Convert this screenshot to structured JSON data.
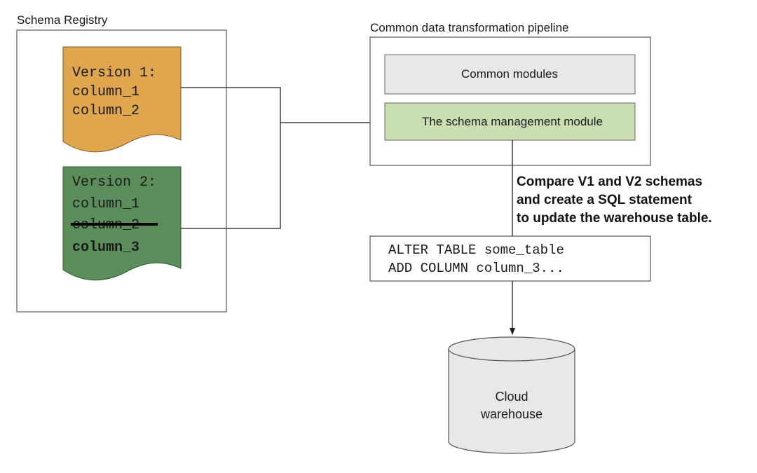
{
  "schema_registry": {
    "title": "Schema Registry",
    "documents": [
      {
        "color": "#e0a64e",
        "lines": [
          {
            "text": "Version 1:",
            "style": "normal"
          },
          {
            "text": "column_1",
            "style": "normal"
          },
          {
            "text": "column_2",
            "style": "normal"
          }
        ]
      },
      {
        "color": "#5b8e5a",
        "lines": [
          {
            "text": "Version 2:",
            "style": "normal"
          },
          {
            "text": "column_1",
            "style": "normal"
          },
          {
            "text": "column_2",
            "style": "strikethrough"
          },
          {
            "text": "column_3",
            "style": "bold"
          }
        ]
      }
    ]
  },
  "pipeline": {
    "title": "Common data transformation pipeline",
    "common_modules": {
      "label": "Common modules",
      "color": "#e8e8e8"
    },
    "schema_module": {
      "label": "The schema management module",
      "color": "#c9dfb1"
    }
  },
  "annotation": {
    "lines": [
      "Compare V1 and V2 schemas",
      "and create a SQL statement",
      "to update the warehouse table."
    ]
  },
  "sql_box": {
    "lines": [
      "ALTER TABLE some_table",
      "ADD COLUMN column_3..."
    ]
  },
  "warehouse": {
    "lines": [
      "Cloud",
      "warehouse"
    ]
  }
}
